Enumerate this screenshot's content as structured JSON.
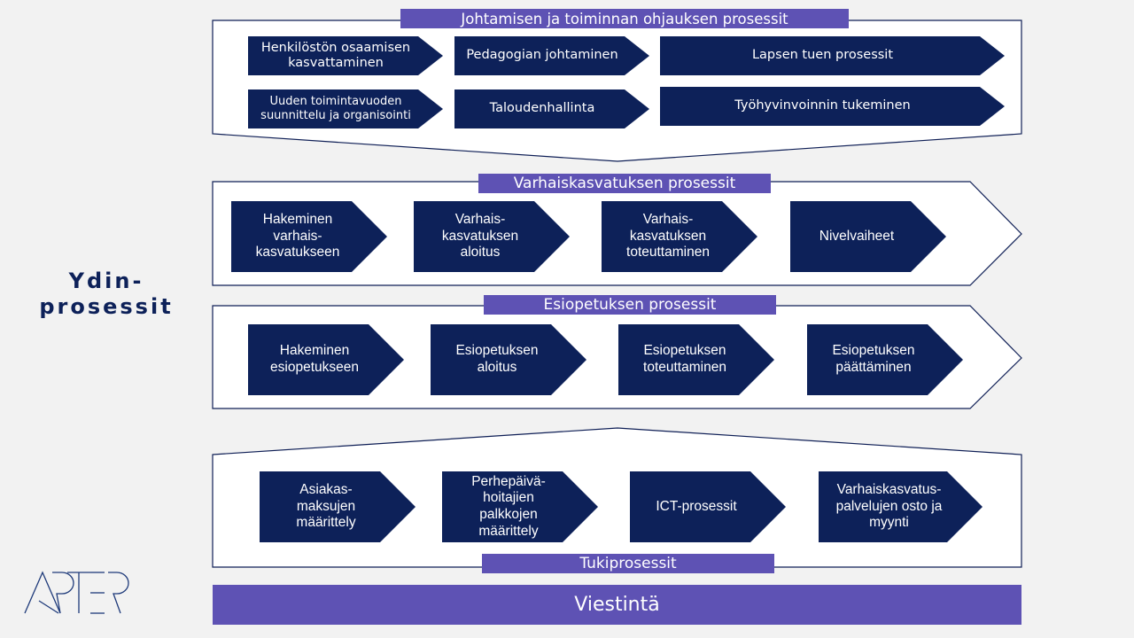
{
  "side_title": "Ydin-\nprosessit",
  "logo_text": "ARTER",
  "management": {
    "title": "Johtamisen ja toiminnan ohjauksen prosessit",
    "items": [
      "Henkilöstön osaamisen\nkasvattaminen",
      "Pedagogian johtaminen",
      "Lapsen tuen prosessit",
      "Uuden toimintavuoden\nsuunnittelu ja organisointi",
      "Taloudenhallinta",
      "Työhyvinvoinnin tukeminen"
    ]
  },
  "early_education": {
    "title": "Varhaiskasvatuksen prosessit",
    "items": [
      "Hakeminen\nvarhais-\nkasvatukseen",
      "Varhais-\nkasvatuksen\naloitus",
      "Varhais-\nkasvatuksen\ntoteuttaminen",
      "Nivelvaiheet"
    ]
  },
  "preschool": {
    "title": "Esiopetuksen prosessit",
    "items": [
      "Hakeminen\nesiopetukseen",
      "Esiopetuksen\naloitus",
      "Esiopetuksen\ntoteuttaminen",
      "Esiopetuksen\npäättäminen"
    ]
  },
  "support": {
    "title": "Tukiprosessit",
    "items": [
      "Asiakas-\nmaksujen\nmäärittely",
      "Perhepäivä-\nhoitajien\npalkkojen\nmäärittely",
      "ICT-prosessit",
      "Varhaiskasvatus-\npalvelujen osto ja\nmyynti"
    ]
  },
  "communication": "Viestintä",
  "colors": {
    "navy": "#0d2159",
    "purple": "#5e52b4",
    "background": "#f2f2f2"
  }
}
